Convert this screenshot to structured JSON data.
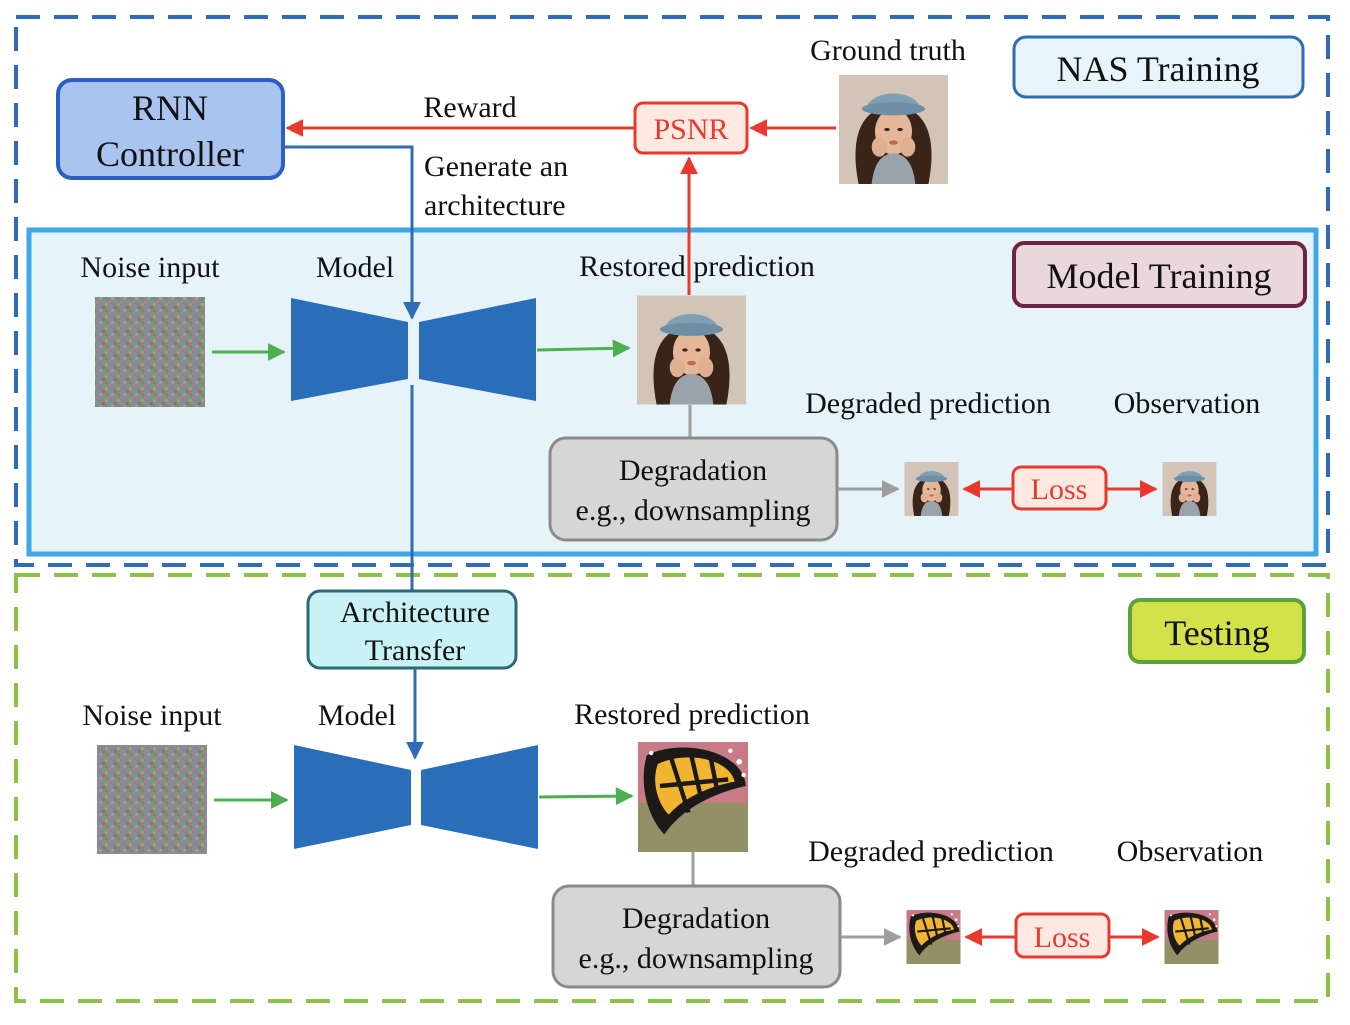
{
  "sections": {
    "nas_training": "NAS Training",
    "model_training": "Model Training",
    "testing": "Testing"
  },
  "controller": {
    "line1": "RNN",
    "line2": "Controller"
  },
  "labels": {
    "reward": "Reward",
    "generate_line1": "Generate an",
    "generate_line2": "architecture",
    "ground_truth": "Ground truth",
    "psnr": "PSNR"
  },
  "training_row": {
    "noise_input": "Noise input",
    "model": "Model",
    "restored_prediction": "Restored prediction",
    "degraded_prediction": "Degraded prediction",
    "observation": "Observation",
    "degradation_line1": "Degradation",
    "degradation_line2": "e.g., downsampling",
    "loss": "Loss"
  },
  "transfer": {
    "line1": "Architecture",
    "line2": "Transfer"
  },
  "testing_row": {
    "noise_input": "Noise input",
    "model": "Model",
    "restored_prediction": "Restored prediction",
    "degraded_prediction": "Degraded prediction",
    "observation": "Observation",
    "degradation_line1": "Degradation",
    "degradation_line2": "e.g., downsampling",
    "loss": "Loss"
  },
  "colors": {
    "nas_border": "#2e6db5",
    "model_training_border": "#3ea8e6",
    "model_training_fill": "#e6f3f9",
    "testing_border": "#8dc24a",
    "model_blue": "#2a6db8",
    "red_arrow": "#e8392d",
    "green_arrow": "#4caf50",
    "gray_arrow": "#9e9e9e"
  }
}
